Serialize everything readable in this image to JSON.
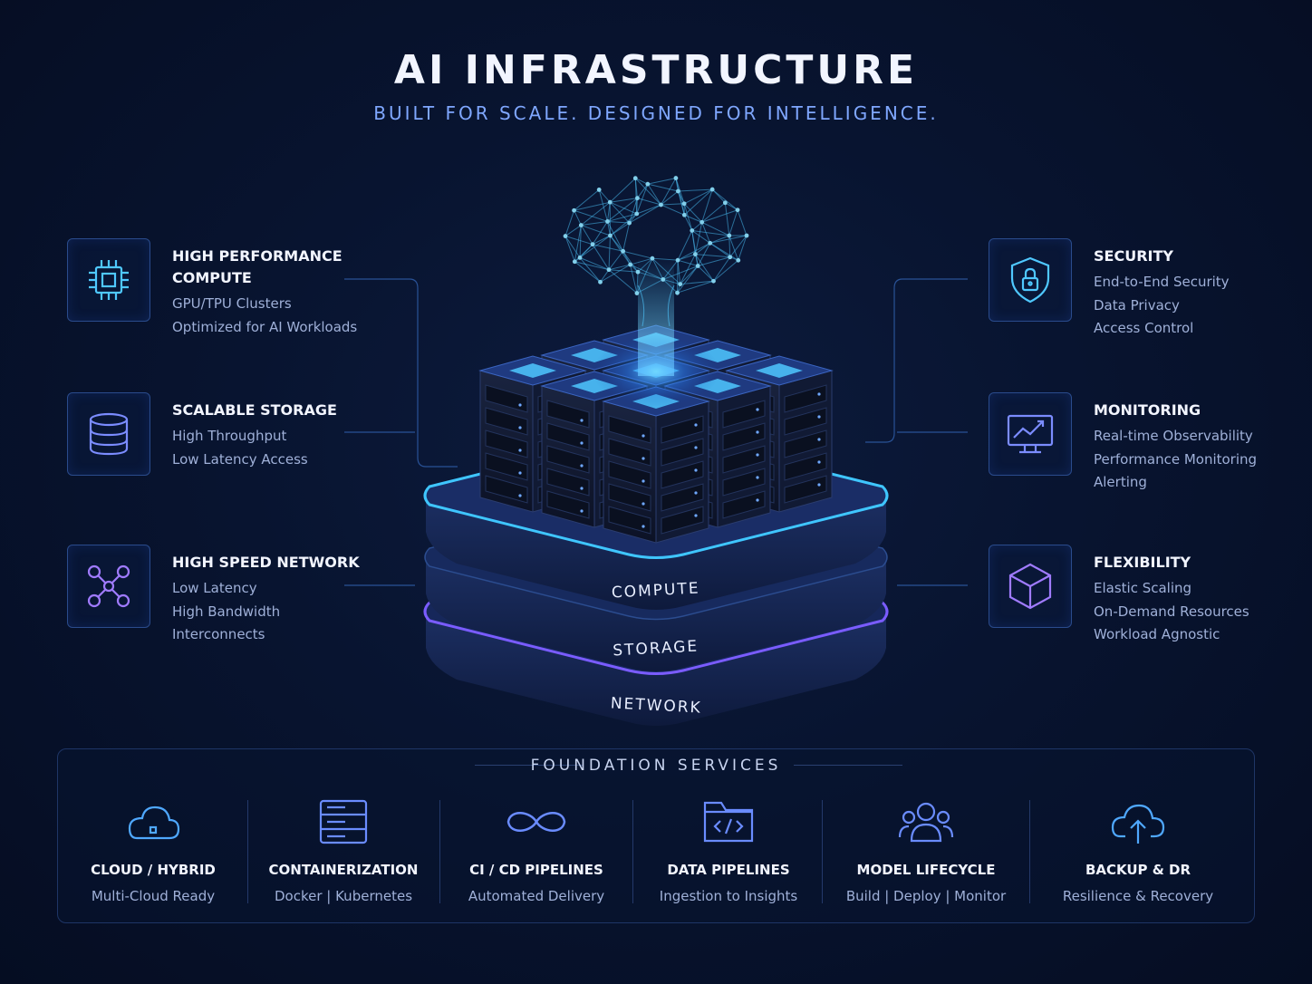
{
  "header": {
    "title": "AI INFRASTRUCTURE",
    "subtitle": "BUILT FOR SCALE. DESIGNED FOR INTELLIGENCE."
  },
  "left_features": [
    {
      "icon": "chip-icon",
      "title_lines": [
        "HIGH PERFORMANCE",
        "COMPUTE"
      ],
      "lines": [
        "GPU/TPU Clusters",
        "Optimized for AI Workloads"
      ]
    },
    {
      "icon": "database-icon",
      "title_lines": [
        "SCALABLE STORAGE"
      ],
      "lines": [
        "High Throughput",
        "Low Latency Access"
      ]
    },
    {
      "icon": "network-nodes-icon",
      "title_lines": [
        "HIGH SPEED NETWORK"
      ],
      "lines": [
        "Low Latency",
        "High Bandwidth",
        "Interconnects"
      ]
    }
  ],
  "right_features": [
    {
      "icon": "shield-lock-icon",
      "title_lines": [
        "SECURITY"
      ],
      "lines": [
        "End-to-End Security",
        "Data Privacy",
        "Access Control"
      ]
    },
    {
      "icon": "monitor-chart-icon",
      "title_lines": [
        "MONITORING"
      ],
      "lines": [
        "Real-time Observability",
        "Performance Monitoring",
        "Alerting"
      ]
    },
    {
      "icon": "cube-icon",
      "title_lines": [
        "FLEXIBILITY"
      ],
      "lines": [
        "Elastic Scaling",
        "On-Demand Resources",
        "Workload Agnostic"
      ]
    }
  ],
  "layers": [
    "COMPUTE",
    "STORAGE",
    "NETWORK"
  ],
  "foundation": {
    "title": "FOUNDATION SERVICES",
    "services": [
      {
        "icon": "cloud-icon",
        "title": "CLOUD / HYBRID",
        "sub": "Multi-Cloud Ready"
      },
      {
        "icon": "container-icon",
        "title": "CONTAINERIZATION",
        "sub": "Docker | Kubernetes"
      },
      {
        "icon": "infinity-icon",
        "title": "CI / CD PIPELINES",
        "sub": "Automated Delivery"
      },
      {
        "icon": "code-folder-icon",
        "title": "DATA PIPELINES",
        "sub": "Ingestion to Insights"
      },
      {
        "icon": "users-icon",
        "title": "MODEL LIFECYCLE",
        "sub": "Build | Deploy | Monitor"
      },
      {
        "icon": "cloud-upload-icon",
        "title": "BACKUP & DR",
        "sub": "Resilience & Recovery"
      }
    ]
  },
  "colors": {
    "background": "#081430",
    "accent_cyan": "#3fc6ff",
    "accent_violet": "#8a6cff",
    "border": "#2a4b8c"
  }
}
